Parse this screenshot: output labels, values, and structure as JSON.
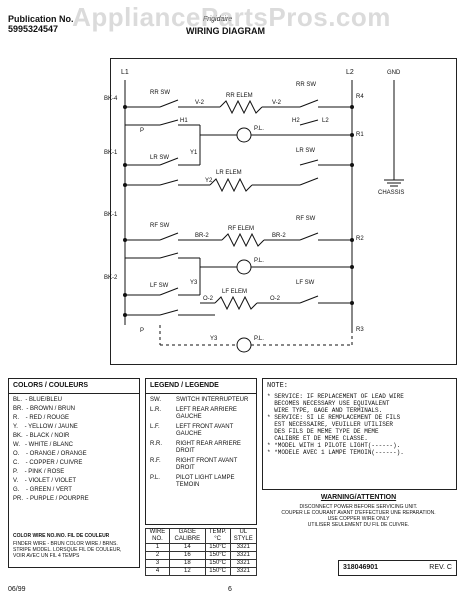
{
  "header": {
    "pub_label": "Publication No.",
    "pub_number": "5995324547",
    "brand": "Frigidaire",
    "title": "WIRING DIAGRAM",
    "watermark": "AppliancePartsPros.com"
  },
  "diagram": {
    "lines": [
      "L1",
      "L2"
    ],
    "gnd": "GND",
    "chassis": "CHASSIS",
    "resistors": [
      "R4",
      "R1",
      "R2",
      "R3"
    ],
    "blk": [
      "BK-4",
      "BK-1",
      "BK-1",
      "BK-2"
    ],
    "switches": [
      "RR SW",
      "LR SW",
      "RF SW",
      "LF SW"
    ],
    "switches_right": [
      "RR SW",
      "LR SW",
      "RF SW",
      "LF SW"
    ],
    "elements": [
      "RR ELEM",
      "LR ELEM",
      "RF ELEM",
      "LF ELEM"
    ],
    "wires": [
      "V-2",
      "V-2",
      "BR-2",
      "BR-2",
      "O-2",
      "O-2"
    ],
    "terminals": {
      "p": "P",
      "h1": "H1",
      "h2": "H2",
      "l2": "L2",
      "y1": "Y1",
      "y2": "Y2",
      "y3": "Y3"
    },
    "pl": "P.L."
  },
  "colors": {
    "heading": "COLORS / COULEURS",
    "items": [
      "BL.  - BLUE/BLEU",
      "BR.  - BROWN / BRUN",
      "R.    - RED / ROUGE",
      "Y.    - YELLOW / JAUNE",
      "BK.  - BLACK / NOIR",
      "W.   - WHITE / BLANC",
      "O.    - ORANGE / ORANGE",
      "C.    - COPPER / CUIVRE",
      "P.    - PINK / ROSE",
      "V.    - VIOLET / VIOLET",
      "G.    - GREEN / VERT",
      "PR.  - PURPLE / POURPRE"
    ],
    "footer": "COLOR WIRE NO./NO. FIL DE COULEUR",
    "footnote": "FINDER WIRE - BRUN COLOR WIRE / BRNS. STRIPE MODEL. LORSQUE FIL DE COULEUR, VOIR AVEC UN FIL 4 TEMPS"
  },
  "legend": {
    "heading": "LEGEND / LEGENDE",
    "items": [
      {
        "k": "SW.",
        "v": "SWITCH INTERRUPTEUR"
      },
      {
        "k": "L.R.",
        "v": "LEFT REAR ARRIERE GAUCHE"
      },
      {
        "k": "L.F.",
        "v": "LEFT FRONT AVANT GAUCHE"
      },
      {
        "k": "R.R.",
        "v": "RIGHT REAR ARRIERE DROIT"
      },
      {
        "k": "R.F.",
        "v": "RIGHT FRONT AVANT DROIT"
      },
      {
        "k": "P.L.",
        "v": "PILOT LIGHT LAMPE TEMOIN"
      }
    ]
  },
  "wire_table": {
    "headers": [
      "WIRE NO.",
      "GAGE CALIBRE",
      "TEMP. °C",
      "UL STYLE"
    ],
    "rows": [
      [
        "1",
        "14",
        "150°C",
        "3321"
      ],
      [
        "2",
        "16",
        "150°C",
        "3321"
      ],
      [
        "3",
        "18",
        "150°C",
        "3321"
      ],
      [
        "4",
        "12",
        "150°C",
        "3321"
      ]
    ]
  },
  "note": {
    "heading": "NOTE:",
    "lines": [
      "* SERVICE: IF REPLACEMENT OF LEAD WIRE",
      "  BECOMES NECESSARY USE EQUIVALENT",
      "  WIRE TYPE, GAGE AND TERMINALS.",
      "* SERVICE: SI LE REMPLACEMENT DE FILS",
      "  EST NECESSAIRE, VEUILLER UTILISER",
      "  DES FILS DE MEME TYPE DE MEME",
      "  CALIBRE ET DE MEME CLASSE.",
      "* *MODEL WITH 1 PILOTE LIGHT(------).",
      "* *MODELE AVEC 1 LAMPE TEMOIN(------)."
    ]
  },
  "warning": {
    "heading": "WARNING/ATTENTION",
    "lines": [
      "DISCONNECT POWER BEFORE SERVICING UNIT.",
      "COUPER LE COURANT AVANT D'EFFECTUER UNE REPARATION.",
      "USE COPPER WIRE ONLY",
      "UTILISER SEULEMENT DU FIL DE CUIVRE."
    ]
  },
  "part": {
    "number": "318046901",
    "rev": "REV. C"
  },
  "footer": {
    "date": "06/99",
    "page": "6"
  }
}
